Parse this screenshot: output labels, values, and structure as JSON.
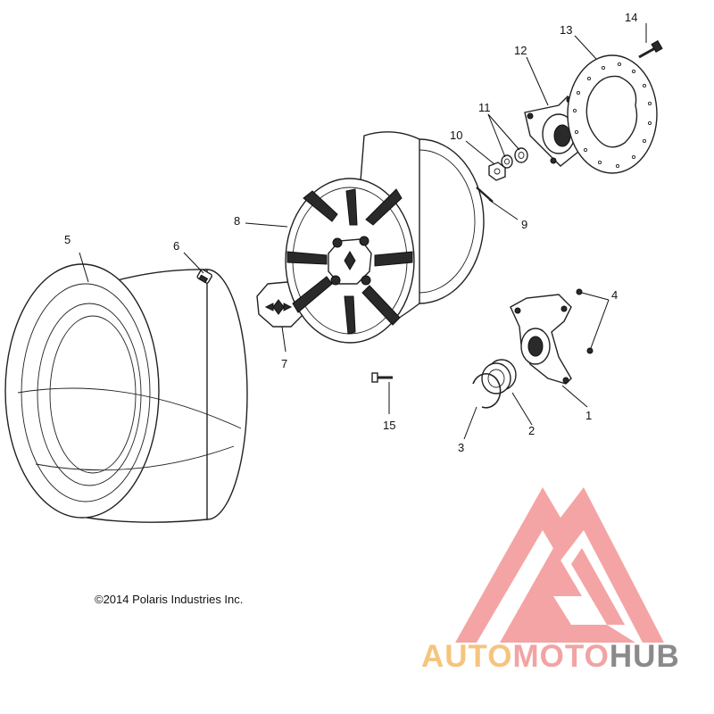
{
  "diagram": {
    "callouts": [
      {
        "id": "1",
        "label": "1"
      },
      {
        "id": "2",
        "label": "2"
      },
      {
        "id": "3",
        "label": "3"
      },
      {
        "id": "4",
        "label": "4"
      },
      {
        "id": "5",
        "label": "5"
      },
      {
        "id": "6",
        "label": "6"
      },
      {
        "id": "7",
        "label": "7"
      },
      {
        "id": "8",
        "label": "8"
      },
      {
        "id": "9",
        "label": "9"
      },
      {
        "id": "10",
        "label": "10"
      },
      {
        "id": "11",
        "label": "11"
      },
      {
        "id": "12",
        "label": "12"
      },
      {
        "id": "13",
        "label": "13"
      },
      {
        "id": "14",
        "label": "14"
      },
      {
        "id": "15",
        "label": "15"
      }
    ],
    "copyright": "©2014 Polaris Industries Inc."
  },
  "watermark": {
    "auto": "AUTO",
    "moto": "MOTO",
    "hub": "HUB",
    "colors": {
      "auto": "#f6c47e",
      "moto": "#f2a3a3",
      "hub": "#8a8a8a",
      "logo": "#f4a0a0"
    }
  }
}
